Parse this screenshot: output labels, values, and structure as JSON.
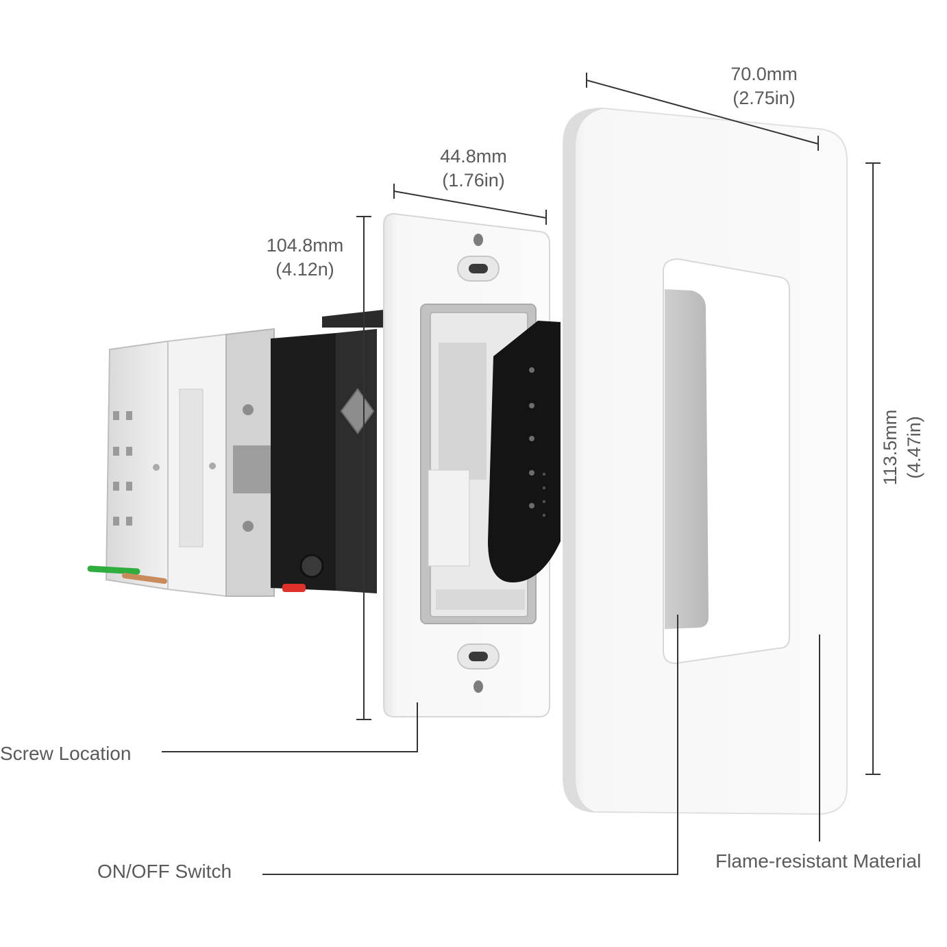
{
  "dimensions": {
    "plate_width": {
      "mm": "70.0mm",
      "in": "(2.75in)"
    },
    "inner_width": {
      "mm": "44.8mm",
      "in": "(1.76in)"
    },
    "inner_height": {
      "mm": "104.8mm",
      "in": "(4.12n)"
    },
    "plate_height": {
      "mm": "113.5mm",
      "in": "(4.47in)"
    }
  },
  "callouts": {
    "screw_location": "Screw Location",
    "on_off_switch": "ON/OFF Switch",
    "flame_resistant": "Flame-resistant Material"
  },
  "colors": {
    "text": "#5a5a5a",
    "line": "#333333",
    "plate": "#f4f4f4",
    "module_dark": "#1c1c1c"
  }
}
